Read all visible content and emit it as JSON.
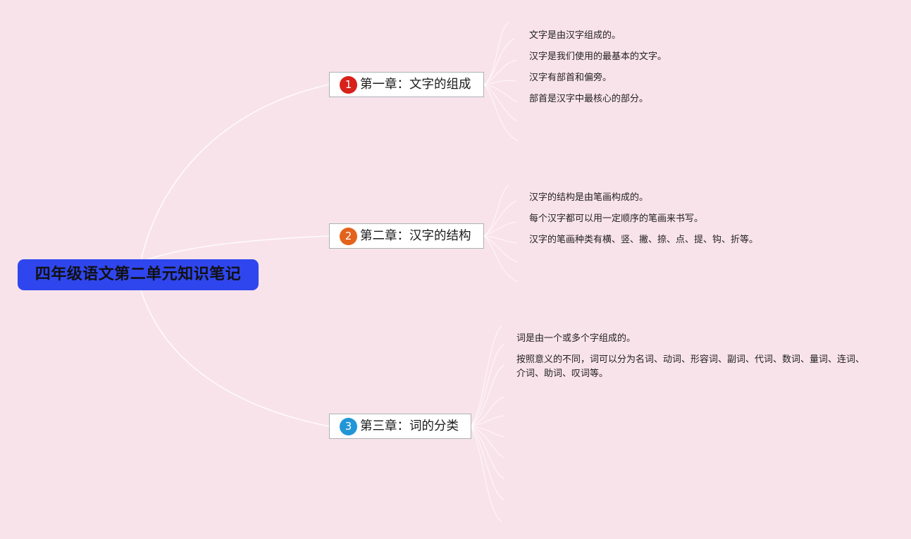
{
  "colors": {
    "background": "#f9e3ea",
    "root_fill": "#2f46ee",
    "connector": "#ffffff",
    "chapter_border": "#a8b3b6"
  },
  "root": {
    "title": "四年级语文第二单元知识笔记"
  },
  "chapters": [
    {
      "number": "1",
      "badge_color": "#d7211a",
      "title": "第一章：文字的组成",
      "notes": [
        "文字是由汉字组成的。",
        "汉字是我们使用的最基本的文字。",
        "汉字有部首和偏旁。",
        "部首是汉字中最核心的部分。"
      ]
    },
    {
      "number": "2",
      "badge_color": "#e4621b",
      "title": "第二章：汉字的结构",
      "notes": [
        "汉字的结构是由笔画构成的。",
        "每个汉字都可以用一定顺序的笔画来书写。",
        "汉字的笔画种类有横、竖、撇、捺、点、提、钩、折等。"
      ]
    },
    {
      "number": "3",
      "badge_color": "#2196d6",
      "title": "第三章：词的分类",
      "notes": [
        "词是由一个或多个字组成的。",
        "按照意义的不同，词可以分为名词、动词、形容词、副词、代词、数词、量词、连词、介词、助词、叹词等。"
      ]
    }
  ]
}
